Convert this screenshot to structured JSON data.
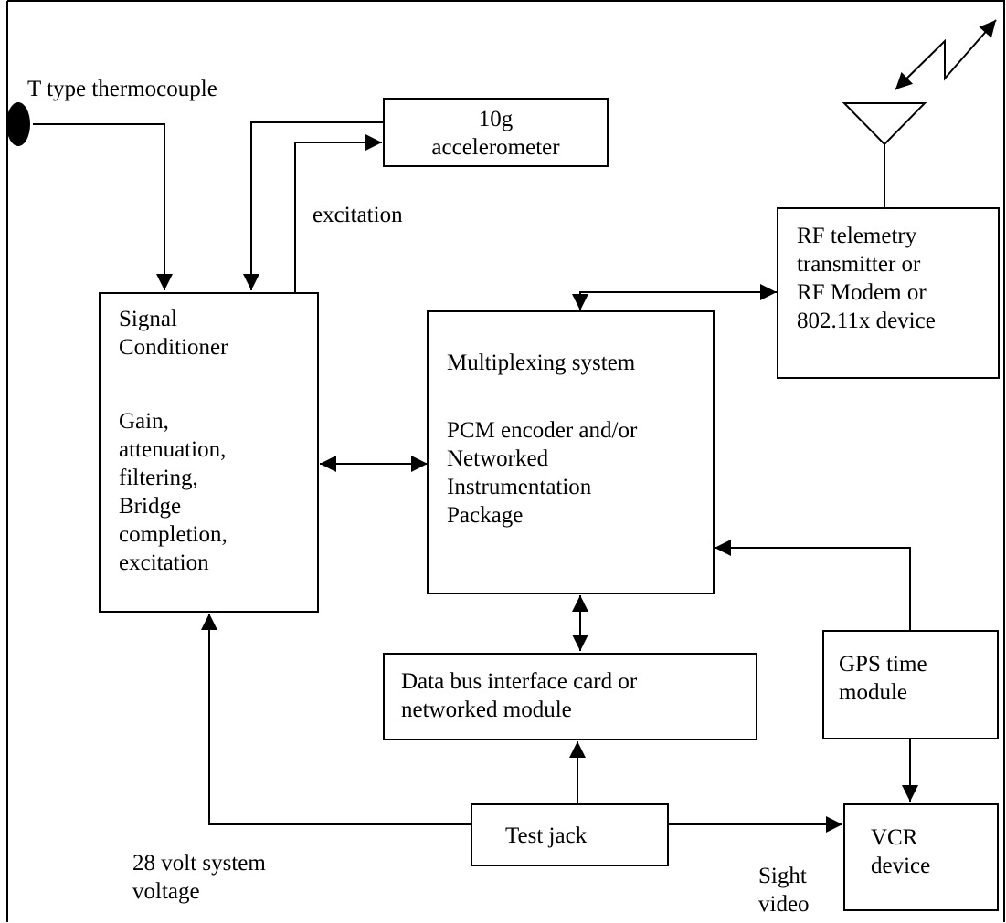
{
  "blocks": {
    "accelerometer": "10g\naccelerometer",
    "signal_conditioner_title": "Signal\nConditioner",
    "signal_conditioner_functions": "Gain,\nattenuation,\nfiltering,\nBridge\ncompletion,\nexcitation",
    "rf_transmitter": "RF telemetry\ntransmitter or\nRF Modem or\n802.11x device",
    "multiplexing_title": "Multiplexing system",
    "multiplexing_detail": "PCM encoder and/or\nNetworked\nInstrumentation\nPackage",
    "data_bus": "Data bus interface card or\nnetworked module",
    "gps": "GPS time\nmodule",
    "test_jack": "Test jack",
    "vcr": "VCR\ndevice"
  },
  "labels": {
    "thermocouple": "T type thermocouple",
    "excitation": "excitation",
    "supply_voltage": "28 volt system\nvoltage",
    "sight_video": "Sight\nvideo"
  }
}
